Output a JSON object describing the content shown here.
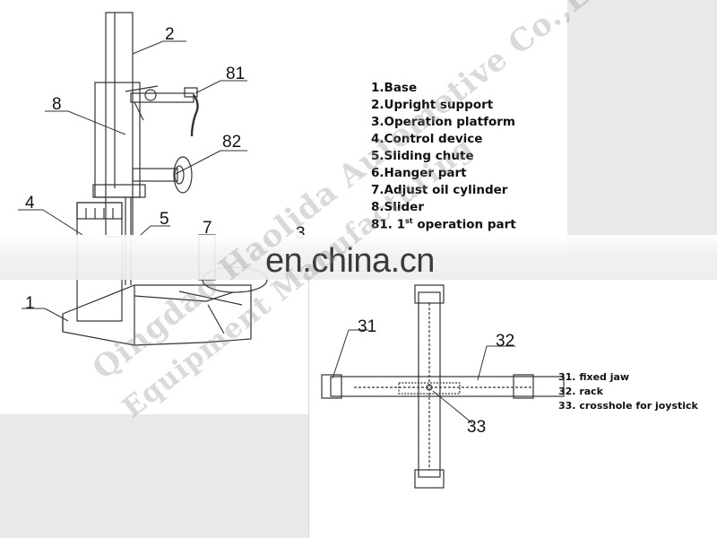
{
  "legend_machine": [
    {
      "num": "1.",
      "text": "Base"
    },
    {
      "num": "2.",
      "text": "Upright support"
    },
    {
      "num": "3.",
      "text": "Operation platform"
    },
    {
      "num": "4.",
      "text": "Control device"
    },
    {
      "num": "5.",
      "text": "Sliding chute"
    },
    {
      "num": "6.",
      "text": "Hanger part"
    },
    {
      "num": "7.",
      "text": "Adjust oil cylinder"
    },
    {
      "num": "8.",
      "text": "Slider"
    },
    {
      "num": "81.",
      "text": "1",
      "sup": "st",
      "tail": " operation part"
    }
  ],
  "callouts_machine": {
    "c1": "1",
    "c2": "2",
    "c3": "3",
    "c4": "4",
    "c5": "5",
    "c7": "7",
    "c8": "8",
    "c81": "81",
    "c82": "82"
  },
  "callouts_jaw": {
    "c31": "31",
    "c32": "32",
    "c33": "33"
  },
  "legend_jaw": [
    "31. fixed jaw",
    "32. rack",
    "33. crosshole for joystick"
  ],
  "watermark": {
    "line1": "Qingdao Haolida Automotive Co.,Ltd",
    "line2": "Equipment Manufacturing"
  },
  "site_mark": "en.china.cn"
}
